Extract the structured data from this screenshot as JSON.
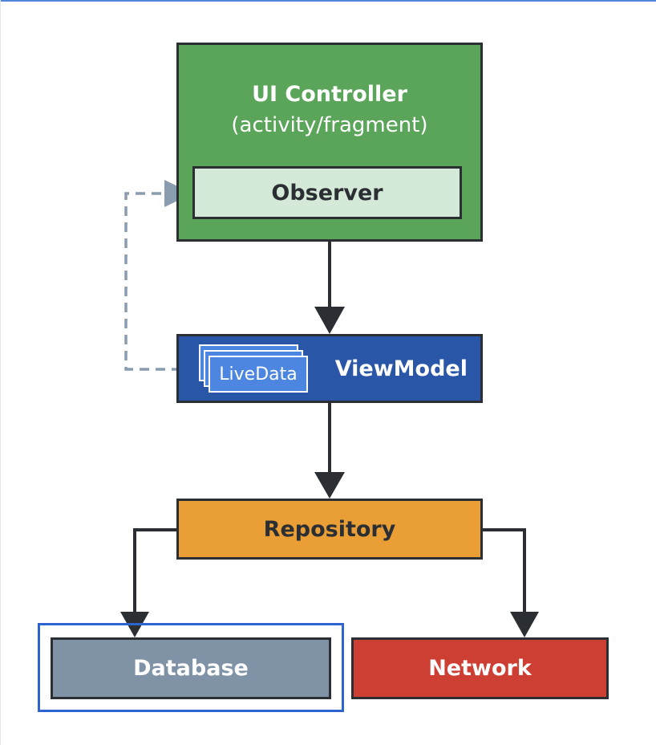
{
  "diagram": {
    "ui_controller": {
      "title": "UI Controller",
      "subtitle": "(activity/fragment)"
    },
    "observer": {
      "label": "Observer"
    },
    "viewmodel": {
      "label": "ViewModel",
      "livedata_label": "LiveData"
    },
    "repository": {
      "label": "Repository"
    },
    "database": {
      "label": "Database"
    },
    "network": {
      "label": "Network"
    }
  },
  "colors": {
    "ui_controller": "#5ba55a",
    "observer": "#d4e9d7",
    "viewmodel": "#2a56a8",
    "livedata": "#4c86e0",
    "repository": "#e99f35",
    "database": "#8092a6",
    "network": "#cd3f32",
    "border": "#2b2f33",
    "selection": "#2e64d0",
    "dashed_arrow": "#8a9cb0"
  }
}
